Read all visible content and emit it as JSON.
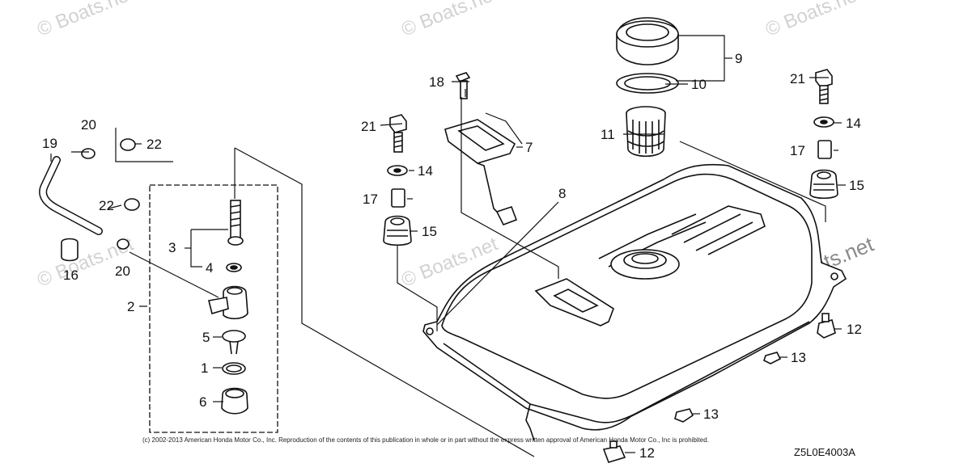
{
  "watermark": "© Boats.net",
  "diagram_code": "Z5L0E4003A",
  "copyright": "(c) 2002-2013 American Honda Motor Co., Inc. Reproduction of the contents of this publication in whole or in part without the express written approval of American Honda Motor Co., Inc is prohibited.",
  "callouts": {
    "c1": "1",
    "c2": "2",
    "c3": "3",
    "c4": "4",
    "c5": "5",
    "c6": "6",
    "c7": "7",
    "c8": "8",
    "c9": "9",
    "c10": "10",
    "c11": "11",
    "c12a": "12",
    "c12b": "12",
    "c13a": "13",
    "c13b": "13",
    "c14a": "14",
    "c14b": "14",
    "c15a": "15",
    "c15b": "15",
    "c16": "16",
    "c17a": "17",
    "c17b": "17",
    "c18": "18",
    "c19": "19",
    "c20a": "20",
    "c20b": "20",
    "c21a": "21",
    "c21b": "21",
    "c22a": "22",
    "c22b": "22"
  }
}
